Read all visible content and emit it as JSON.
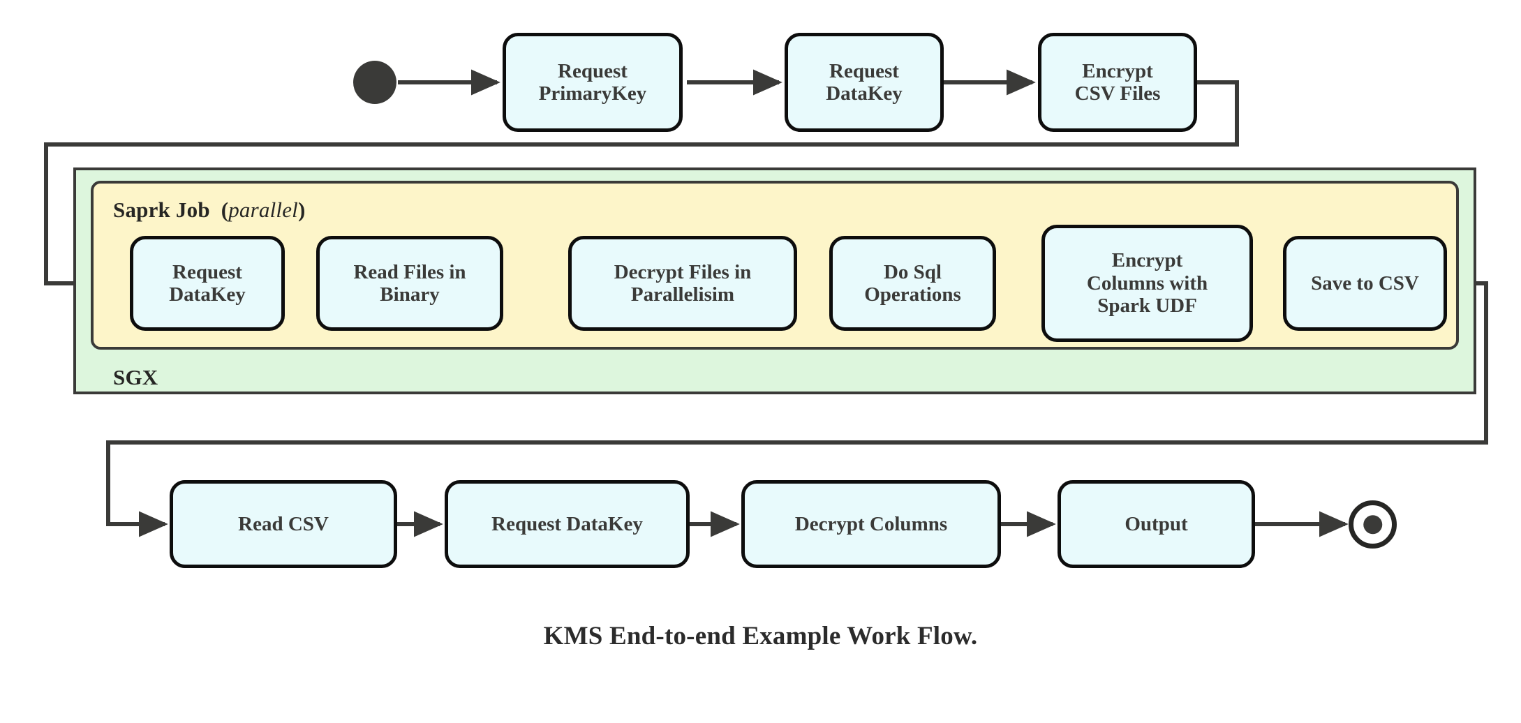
{
  "diagram": {
    "caption": "KMS End-to-end Example Work Flow.",
    "colors": {
      "node_fill": "#e8fafc",
      "node_stroke": "#0d0d0d",
      "sgx_fill": "#ddf6dd",
      "spark_fill": "#fdf5c9",
      "container_stroke": "#3a3a38",
      "arrow": "#3a3a38",
      "text": "#3a3a38",
      "background": "#ffffff"
    },
    "containers": [
      {
        "id": "sgx",
        "label": "SGX",
        "fill": "#ddf6dd"
      },
      {
        "id": "spark-job",
        "label_bold": "Saprk Job",
        "label_paren_open": "(",
        "label_italic": "parallel",
        "label_paren_close": ")",
        "fill": "#fdf5c9"
      }
    ],
    "terminators": {
      "start": "start-node",
      "end": "end-node"
    },
    "rows": {
      "top": {
        "nodes": [
          {
            "id": "request-primarykey",
            "lines": [
              "Request",
              "PrimaryKey"
            ]
          },
          {
            "id": "request-datakey-top",
            "lines": [
              "Request",
              "DataKey"
            ]
          },
          {
            "id": "encrypt-csv-files",
            "lines": [
              "Encrypt",
              "CSV Files"
            ]
          }
        ]
      },
      "spark": {
        "nodes": [
          {
            "id": "request-datakey-spark",
            "lines": [
              "Request",
              "DataKey"
            ]
          },
          {
            "id": "read-files-in-binary",
            "lines": [
              "Read Files in",
              "Binary"
            ]
          },
          {
            "id": "decrypt-files-in-parallelisim",
            "lines": [
              "Decrypt Files in",
              "Parallelisim"
            ]
          },
          {
            "id": "do-sql-operations",
            "lines": [
              "Do Sql",
              "Operations"
            ]
          },
          {
            "id": "encrypt-columns-with-spark-udf",
            "lines": [
              "Encrypt",
              "Columns with",
              "Spark UDF"
            ]
          },
          {
            "id": "save-to-csv",
            "lines": [
              "Save to CSV"
            ]
          }
        ]
      },
      "bottom": {
        "nodes": [
          {
            "id": "read-csv",
            "lines": [
              "Read CSV"
            ]
          },
          {
            "id": "request-datakey-bottom",
            "lines": [
              "Request DataKey"
            ]
          },
          {
            "id": "decrypt-columns",
            "lines": [
              "Decrypt Columns"
            ]
          },
          {
            "id": "output",
            "lines": [
              "Output"
            ]
          }
        ]
      }
    },
    "edges": [
      {
        "from": "start-node",
        "to": "request-primarykey"
      },
      {
        "from": "request-primarykey",
        "to": "request-datakey-top"
      },
      {
        "from": "request-datakey-top",
        "to": "encrypt-csv-files"
      },
      {
        "from": "encrypt-csv-files",
        "to": "request-datakey-spark"
      },
      {
        "from": "request-datakey-spark",
        "to": "read-files-in-binary"
      },
      {
        "from": "read-files-in-binary",
        "to": "decrypt-files-in-parallelisim"
      },
      {
        "from": "decrypt-files-in-parallelisim",
        "to": "do-sql-operations"
      },
      {
        "from": "do-sql-operations",
        "to": "encrypt-columns-with-spark-udf"
      },
      {
        "from": "encrypt-columns-with-spark-udf",
        "to": "save-to-csv"
      },
      {
        "from": "save-to-csv",
        "to": "read-csv"
      },
      {
        "from": "read-csv",
        "to": "request-datakey-bottom"
      },
      {
        "from": "request-datakey-bottom",
        "to": "decrypt-columns"
      },
      {
        "from": "decrypt-columns",
        "to": "output"
      },
      {
        "from": "output",
        "to": "end-node"
      }
    ]
  }
}
